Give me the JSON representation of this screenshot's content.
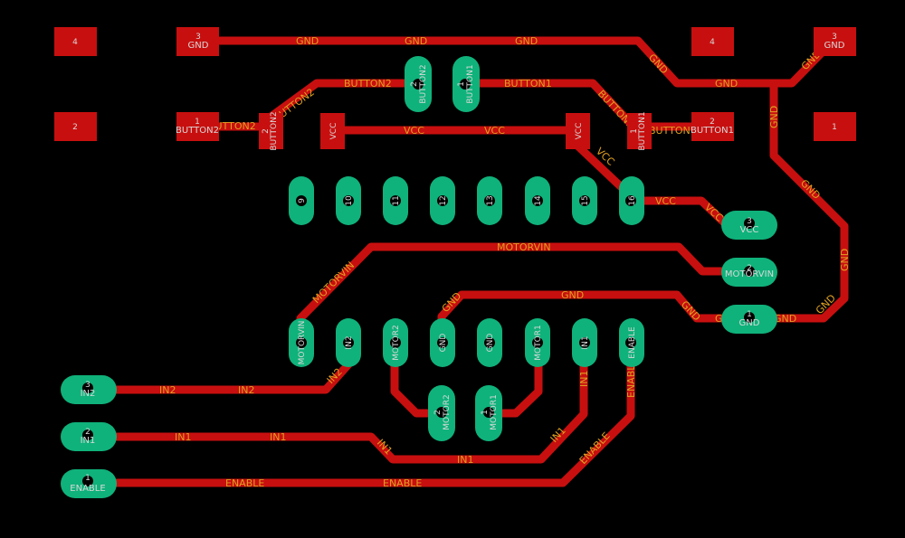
{
  "nets": {
    "gnd": "GND",
    "vcc": "VCC",
    "button1": "BUTTON1",
    "button2": "BUTTON2",
    "motorvin": "MOTORVIN",
    "in1": "IN1",
    "in2": "IN2",
    "enable": "ENABLE"
  },
  "pads": {
    "n1": "1",
    "n2": "2",
    "n3": "3",
    "n4": "4",
    "n9": "9",
    "n10": "10",
    "n11": "11",
    "n12": "12",
    "n13": "13",
    "n14": "14",
    "n15": "15",
    "n16": "16",
    "gnd": "GND",
    "vcc": "VCC",
    "motorvin": "MOTORVIN",
    "in1": "IN1",
    "in2": "IN2",
    "enable": "ENABLE",
    "button1": "BUTTON1",
    "button2": "BUTTON2",
    "motor1": "MOTOR1",
    "motor2": "MOTOR2"
  }
}
